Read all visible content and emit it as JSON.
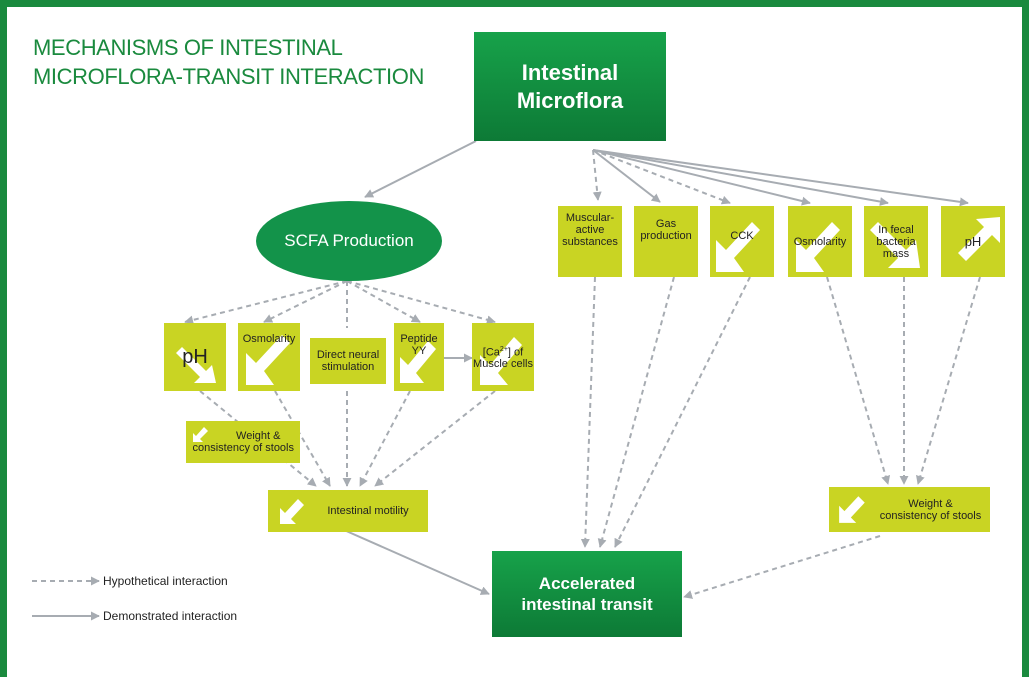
{
  "title_line1": "MECHANISMS OF INTESTINAL",
  "title_line2": "MICROFLORA-TRANSIT INTERACTION",
  "microflora_line1": "Intestinal",
  "microflora_line2": "Microflora",
  "scfa": "SCFA Production",
  "accelerated_line1": "Accelerated",
  "accelerated_line2": "intestinal transit",
  "left_boxes": {
    "ph": "pH",
    "osmolarity": "Osmolarity",
    "neural_line1": "Direct neural",
    "neural_line2": "stimulation",
    "peptide_line1": "Peptide",
    "peptide_line2": "YY",
    "calcium_pre": "[Ca",
    "calcium_sup": "2+",
    "calcium_post": "] of",
    "calcium_line2": "Muscle cells",
    "weight_line1": "Weight &",
    "weight_line2": "consistency of stools",
    "motility": "Intestinal motility"
  },
  "right_boxes": {
    "muscular_line1": "Muscular-",
    "muscular_line2": "active",
    "muscular_line3": "substances",
    "gas_line1": "Gas",
    "gas_line2": "production",
    "cck": "CCK",
    "osmolarity": "Osmolarity",
    "fecal_line1": "In fecal",
    "fecal_line2": "bacteria",
    "fecal_line3": "mass",
    "ph": "pH",
    "weight_line1": "Weight &",
    "weight_line2": "consistency of stools"
  },
  "legend": {
    "hypothetical": "Hypothetical interaction",
    "demonstrated": "Demonstrated interaction"
  },
  "colors": {
    "frame_green": "#1a8a3e",
    "box_green": "#13934a",
    "yellow": "#c9d423",
    "arrow_gray": "#a7acb2"
  }
}
